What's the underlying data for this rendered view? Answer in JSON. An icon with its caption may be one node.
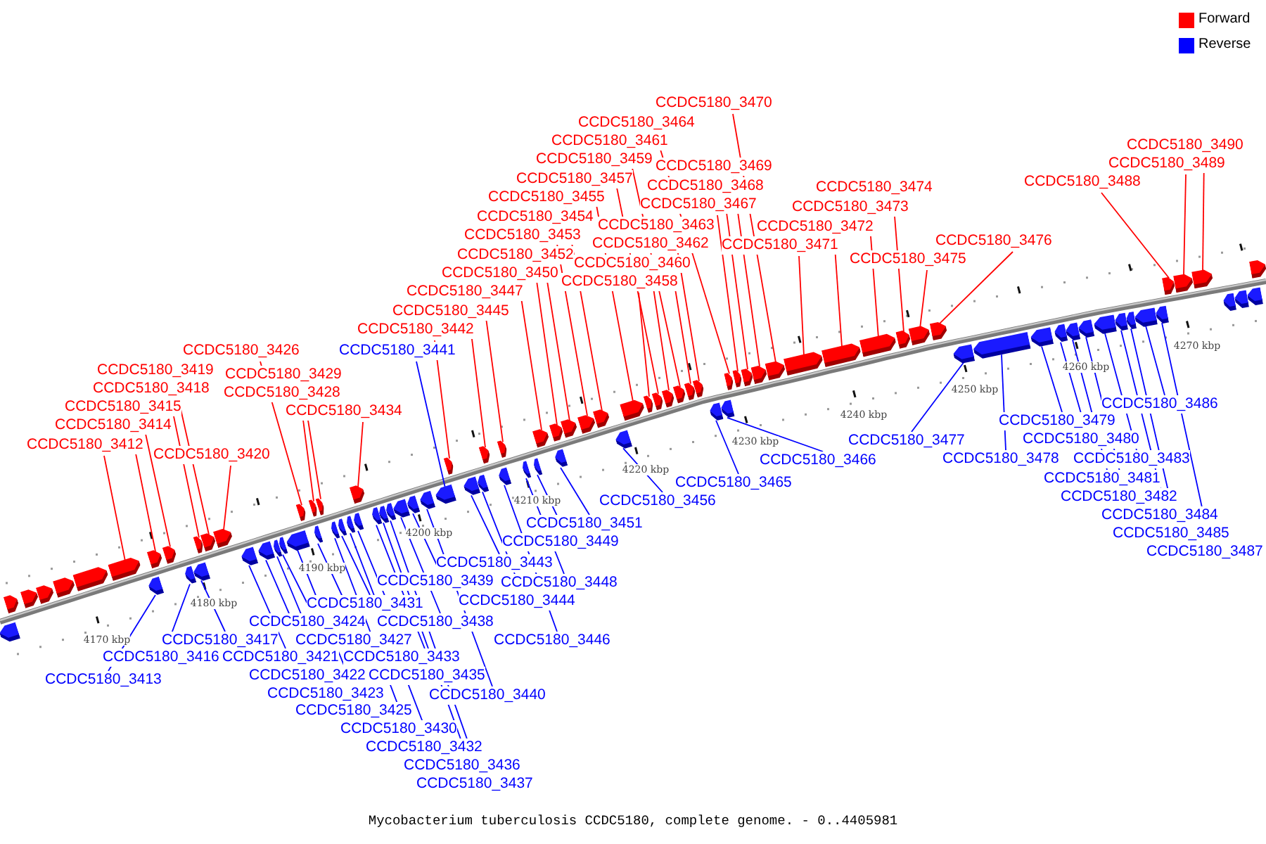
{
  "diagram": {
    "caption": "Mycobacterium tuberculosis CCDC5180, complete genome. - 0..4405981",
    "nodes": [
      {
        "text": [
          "CCDC5180_3470"
        ]
      },
      {
        "text": [
          "CCDC5180_3464"
        ]
      },
      {
        "text": [
          "CCDC5180_3461"
        ]
      },
      {
        "text": [
          "CCDC5180_3490"
        ]
      },
      {
        "text": [
          "CCDC5180_3459"
        ]
      },
      {
        "text": [
          "CCDC5180_3489"
        ]
      },
      {
        "text": [
          "CCDC5180_3469"
        ]
      },
      {
        "text": [
          "CCDC5180_3457"
        ]
      },
      {
        "text": [
          "CCDC5180_3488"
        ]
      },
      {
        "text": [
          "CCDC5180_3468"
        ]
      },
      {
        "text": [
          "CCDC5180_3474"
        ]
      },
      {
        "text": [
          "CCDC5180_3455"
        ]
      },
      {
        "text": [
          "CCDC5180_3467"
        ]
      },
      {
        "text": [
          "CCDC5180_3473"
        ]
      },
      {
        "text": [
          "CCDC5180_3454"
        ]
      },
      {
        "text": [
          "CCDC5180_3463"
        ]
      },
      {
        "text": [
          "CCDC5180_3472"
        ]
      },
      {
        "text": [
          "CCDC5180_3453"
        ]
      },
      {
        "text": [
          "CCDC5180_3476"
        ]
      },
      {
        "text": [
          "CCDC5180_3462"
        ]
      },
      {
        "text": [
          "CCDC5180_3471"
        ]
      },
      {
        "text": [
          "CCDC5180_3452"
        ]
      },
      {
        "text": [
          "CCDC5180_3475"
        ]
      },
      {
        "text": [
          "CCDC5180_3460"
        ]
      },
      {
        "text": [
          "CCDC5180_3450"
        ]
      },
      {
        "text": [
          "CCDC5180_3458"
        ]
      },
      {
        "text": [
          "CCDC5180_3447"
        ]
      },
      {
        "text": [
          "CCDC5180_3445"
        ]
      },
      {
        "text": [
          "CCDC5180_3442"
        ]
      },
      {
        "text": [
          "CCDC5180_3426"
        ]
      },
      {
        "text": [
          "CCDC5180_3441"
        ]
      },
      {
        "text": [
          "CCDC5180_3419"
        ]
      },
      {
        "text": [
          "CCDC5180_3429"
        ]
      },
      {
        "text": [
          "CCDC5180_3418"
        ]
      },
      {
        "text": [
          "CCDC5180_3428"
        ]
      },
      {
        "text": [
          "CCDC5180_3415"
        ]
      },
      {
        "text": [
          "CCDC5180_3486"
        ]
      },
      {
        "text": [
          "CCDC5180_3434"
        ]
      },
      {
        "text": [
          "CCDC5180_3479"
        ]
      },
      {
        "text": [
          "CCDC5180_3414"
        ]
      },
      {
        "text": [
          "CCDC5180_3480"
        ]
      },
      {
        "text": [
          "CCDC5180_3477"
        ]
      },
      {
        "text": [
          "CCDC5180_3412"
        ]
      },
      {
        "text": [
          "CCDC5180_3420"
        ]
      },
      {
        "text": [
          "CCDC5180_3483"
        ]
      },
      {
        "text": [
          "CCDC5180_3478"
        ]
      },
      {
        "text": [
          "CCDC5180_3466"
        ]
      },
      {
        "text": [
          "CCDC5180_3481"
        ]
      },
      {
        "text": [
          "CCDC5180_3465"
        ]
      },
      {
        "text": [
          "CCDC5180_3482"
        ]
      },
      {
        "text": [
          "CCDC5180_3456"
        ]
      },
      {
        "text": [
          "CCDC5180_3484"
        ]
      },
      {
        "text": [
          "CCDC5180_3451"
        ]
      },
      {
        "text": [
          "CCDC5180_3485"
        ]
      },
      {
        "text": [
          "CCDC5180_3449"
        ]
      },
      {
        "text": [
          "CCDC5180_3487"
        ]
      },
      {
        "text": [
          "CCDC5180_3443"
        ]
      },
      {
        "text": [
          "CCDC5180_3439"
        ]
      },
      {
        "text": [
          "CCDC5180_3448"
        ]
      },
      {
        "text": [
          "CCDC5180_3444"
        ]
      },
      {
        "text": [
          "CCDC5180_3431"
        ]
      },
      {
        "text": [
          "CCDC5180_3424"
        ]
      },
      {
        "text": [
          "CCDC5180_3438"
        ]
      },
      {
        "text": [
          "CCDC5180_3417"
        ]
      },
      {
        "text": [
          "CCDC5180_3427"
        ]
      },
      {
        "text": [
          "CCDC5180_3446"
        ]
      },
      {
        "text": [
          "CCDC5180_3416"
        ]
      },
      {
        "text": [
          "CCDC5180_3421"
        ]
      },
      {
        "text": [
          "CCDC5180_3433"
        ]
      },
      {
        "text": [
          "CCDC5180_3422"
        ]
      },
      {
        "text": [
          "CCDC5180_3435"
        ]
      },
      {
        "text": [
          "CCDC5180_3413"
        ]
      },
      {
        "text": [
          "CCDC5180_3423"
        ]
      },
      {
        "text": [
          "CCDC5180_3440"
        ]
      },
      {
        "text": [
          "CCDC5180_3425"
        ]
      },
      {
        "text": [
          "CCDC5180_3430"
        ]
      },
      {
        "text": [
          "CCDC5180_3432"
        ]
      },
      {
        "text": [
          "CCDC5180_3436"
        ]
      },
      {
        "text": [
          "CCDC5180_3437"
        ]
      },
      {
        "text": [],
        "shape": "arrow"
      },
      {
        "text": [],
        "shape": "arrow"
      },
      {
        "text": [],
        "shape": "arrow"
      },
      {
        "text": [],
        "shape": "arrow"
      },
      {
        "text": [],
        "shape": "arrow"
      },
      {
        "text": [],
        "shape": "arrow"
      },
      {
        "text": [],
        "shape": "arrow"
      },
      {
        "text": [],
        "shape": "arrow"
      },
      {
        "text": [],
        "shape": "arrow"
      },
      {
        "text": [],
        "shape": "arrow"
      },
      {
        "text": [],
        "shape": "arrow"
      },
      {
        "text": [],
        "shape": "arrow"
      },
      {
        "text": [],
        "shape": "arrow"
      },
      {
        "text": [],
        "shape": "arrow"
      },
      {
        "text": [],
        "shape": "arrow"
      },
      {
        "text": [],
        "shape": "arrow"
      },
      {
        "text": [],
        "shape": "arrow"
      },
      {
        "text": [],
        "shape": "arrow"
      },
      {
        "text": [],
        "shape": "arrow"
      },
      {
        "text": [],
        "shape": "arrow"
      },
      {
        "text": [],
        "shape": "arrow"
      },
      {
        "text": [],
        "shape": "arrow"
      },
      {
        "text": [],
        "shape": "arrow"
      },
      {
        "text": [],
        "shape": "arrow"
      },
      {
        "text": [],
        "shape": "arrow"
      },
      {
        "text": [],
        "shape": "arrow"
      },
      {
        "text": [],
        "shape": "arrow"
      },
      {
        "text": [],
        "shape": "arrow"
      },
      {
        "text": [],
        "shape": "arrow"
      },
      {
        "text": [],
        "shape": "arrow"
      },
      {
        "text": [],
        "shape": "arrow"
      },
      {
        "text": [],
        "shape": "arrow"
      },
      {
        "text": [],
        "shape": "arrow"
      },
      {
        "text": [],
        "shape": "arrow"
      },
      {
        "text": [],
        "shape": "arrow"
      },
      {
        "text": [],
        "shape": "arrow"
      },
      {
        "text": [],
        "shape": "arrow"
      },
      {
        "text": [],
        "shape": "arrow"
      },
      {
        "text": [],
        "shape": "arrow"
      },
      {
        "text": [],
        "shape": "arrow"
      },
      {
        "text": [],
        "shape": "arrow"
      },
      {
        "text": [],
        "shape": "arrow"
      },
      {
        "text": [],
        "shape": "arrow"
      },
      {
        "text": [],
        "shape": "arrow"
      },
      {
        "text": [],
        "shape": "arrow"
      },
      {
        "text": [],
        "shape": "arrow"
      },
      {
        "text": [],
        "shape": "arrow"
      },
      {
        "text": [],
        "shape": "arrow"
      },
      {
        "text": [],
        "shape": "arrow"
      },
      {
        "text": [],
        "shape": "arrow"
      },
      {
        "text": [],
        "shape": "arrow"
      },
      {
        "text": [],
        "shape": "arrow"
      },
      {
        "text": [],
        "shape": "arrow"
      },
      {
        "text": [],
        "shape": "arrow"
      },
      {
        "text": [],
        "shape": "arrow"
      },
      {
        "text": [],
        "shape": "arrow"
      },
      {
        "text": [],
        "shape": "arrow"
      },
      {
        "text": [],
        "shape": "arrow"
      },
      {
        "text": [],
        "shape": "arrow"
      },
      {
        "text": [],
        "shape": "arrow"
      },
      {
        "text": [],
        "shape": "arrow"
      },
      {
        "text": [],
        "shape": "arrow"
      },
      {
        "text": [],
        "shape": "arrow"
      },
      {
        "text": [],
        "shape": "arrow"
      },
      {
        "text": [],
        "shape": "arrow"
      },
      {
        "text": [],
        "shape": "arrow"
      },
      {
        "text": [],
        "shape": "arrow"
      },
      {
        "text": [],
        "shape": "arrow"
      },
      {
        "text": [],
        "shape": "arrow"
      },
      {
        "text": [],
        "shape": "arrow"
      },
      {
        "text": [],
        "shape": "arrow"
      },
      {
        "text": [],
        "shape": "arrow"
      },
      {
        "text": [],
        "shape": "arrow"
      },
      {
        "text": [],
        "shape": "arrow"
      },
      {
        "text": [],
        "shape": "arrow"
      },
      {
        "text": [],
        "shape": "arrow"
      },
      {
        "text": [],
        "shape": "arrow"
      },
      {
        "text": [],
        "shape": "arrow"
      },
      {
        "text": [],
        "shape": "arrow"
      },
      {
        "text": [],
        "shape": "arrow"
      },
      {
        "text": [],
        "shape": "arrow"
      },
      {
        "text": [],
        "shape": "arrow"
      },
      {
        "text": [],
        "shape": "arrow"
      },
      {
        "text": [],
        "shape": "arrow"
      },
      {
        "text": [],
        "shape": "arrow"
      },
      {
        "text": [],
        "shape": "arrow"
      },
      {
        "text": [],
        "shape": "arrow"
      },
      {
        "text": [],
        "shape": "arrow"
      },
      {
        "text": [],
        "shape": "arrow"
      }
    ],
    "edges": [
      {
        "from": 0,
        "to": 143,
        "arrow": "none",
        "color": "#ff0000"
      },
      {
        "from": 1,
        "to": 137,
        "arrow": "none",
        "color": "#ff0000"
      },
      {
        "from": 2,
        "to": 134,
        "arrow": "none",
        "color": "#ff0000"
      },
      {
        "from": 3,
        "to": 163,
        "arrow": "none",
        "color": "#ff0000"
      },
      {
        "from": 4,
        "to": 132,
        "arrow": "none",
        "color": "#ff0000"
      },
      {
        "from": 5,
        "to": 162,
        "arrow": "none",
        "color": "#ff0000"
      },
      {
        "from": 6,
        "to": 142,
        "arrow": "none",
        "color": "#ff0000"
      },
      {
        "from": 7,
        "to": 130,
        "arrow": "none",
        "color": "#ff0000"
      },
      {
        "from": 8,
        "to": 161,
        "arrow": "none",
        "color": "#ff0000"
      },
      {
        "from": 9,
        "to": 141,
        "arrow": "none",
        "color": "#ff0000"
      },
      {
        "from": 10,
        "to": 147,
        "arrow": "none",
        "color": "#ff0000"
      },
      {
        "from": 11,
        "to": 128,
        "arrow": "none",
        "color": "#ff0000"
      },
      {
        "from": 12,
        "to": 140,
        "arrow": "none",
        "color": "#ff0000"
      },
      {
        "from": 13,
        "to": 146,
        "arrow": "none",
        "color": "#ff0000"
      },
      {
        "from": 14,
        "to": 127,
        "arrow": "none",
        "color": "#ff0000"
      },
      {
        "from": 15,
        "to": 136,
        "arrow": "none",
        "color": "#ff0000"
      },
      {
        "from": 16,
        "to": 145,
        "arrow": "none",
        "color": "#ff0000"
      },
      {
        "from": 17,
        "to": 126,
        "arrow": "none",
        "color": "#ff0000"
      },
      {
        "from": 18,
        "to": 149,
        "arrow": "none",
        "color": "#ff0000"
      },
      {
        "from": 19,
        "to": 135,
        "arrow": "none",
        "color": "#ff0000"
      },
      {
        "from": 20,
        "to": 144,
        "arrow": "none",
        "color": "#ff0000"
      },
      {
        "from": 21,
        "to": 125,
        "arrow": "none",
        "color": "#ff0000"
      },
      {
        "from": 22,
        "to": 148,
        "arrow": "none",
        "color": "#ff0000"
      },
      {
        "from": 23,
        "to": 133,
        "arrow": "none",
        "color": "#ff0000"
      },
      {
        "from": 24,
        "to": 123,
        "arrow": "none",
        "color": "#ff0000"
      },
      {
        "from": 25,
        "to": 131,
        "arrow": "none",
        "color": "#ff0000"
      },
      {
        "from": 26,
        "to": 120,
        "arrow": "none",
        "color": "#ff0000"
      },
      {
        "from": 27,
        "to": 118,
        "arrow": "none",
        "color": "#ff0000"
      },
      {
        "from": 28,
        "to": 115,
        "arrow": "none",
        "color": "#ff0000"
      },
      {
        "from": 29,
        "to": 99,
        "arrow": "none",
        "color": "#ff0000"
      },
      {
        "from": 30,
        "to": 114,
        "arrow": "none",
        "color": "#0000ff"
      },
      {
        "from": 31,
        "to": 92,
        "arrow": "none",
        "color": "#ff0000"
      },
      {
        "from": 32,
        "to": 102,
        "arrow": "none",
        "color": "#ff0000"
      },
      {
        "from": 33,
        "to": 91,
        "arrow": "none",
        "color": "#ff0000"
      },
      {
        "from": 34,
        "to": 101,
        "arrow": "none",
        "color": "#ff0000"
      },
      {
        "from": 35,
        "to": 88,
        "arrow": "none",
        "color": "#ff0000"
      },
      {
        "from": 36,
        "to": 159,
        "arrow": "none",
        "color": "#0000ff"
      },
      {
        "from": 37,
        "to": 107,
        "arrow": "none",
        "color": "#ff0000"
      },
      {
        "from": 38,
        "to": 152,
        "arrow": "none",
        "color": "#0000ff"
      },
      {
        "from": 39,
        "to": 87,
        "arrow": "none",
        "color": "#ff0000"
      },
      {
        "from": 40,
        "to": 153,
        "arrow": "none",
        "color": "#0000ff"
      },
      {
        "from": 41,
        "to": 150,
        "arrow": "none",
        "color": "#0000ff"
      },
      {
        "from": 42,
        "to": 85,
        "arrow": "none",
        "color": "#ff0000"
      },
      {
        "from": 43,
        "to": 93,
        "arrow": "none",
        "color": "#ff0000"
      },
      {
        "from": 44,
        "to": 156,
        "arrow": "none",
        "color": "#0000ff"
      },
      {
        "from": 45,
        "to": 151,
        "arrow": "none",
        "color": "#0000ff"
      },
      {
        "from": 46,
        "to": 139,
        "arrow": "none",
        "color": "#0000ff"
      },
      {
        "from": 47,
        "to": 154,
        "arrow": "none",
        "color": "#0000ff"
      },
      {
        "from": 48,
        "to": 138,
        "arrow": "none",
        "color": "#0000ff"
      },
      {
        "from": 49,
        "to": 155,
        "arrow": "none",
        "color": "#0000ff"
      },
      {
        "from": 50,
        "to": 129,
        "arrow": "none",
        "color": "#0000ff"
      },
      {
        "from": 51,
        "to": 157,
        "arrow": "none",
        "color": "#0000ff"
      },
      {
        "from": 52,
        "to": 124,
        "arrow": "none",
        "color": "#0000ff"
      },
      {
        "from": 53,
        "to": 158,
        "arrow": "none",
        "color": "#0000ff"
      },
      {
        "from": 54,
        "to": 122,
        "arrow": "none",
        "color": "#0000ff"
      },
      {
        "from": 55,
        "to": 160,
        "arrow": "none",
        "color": "#0000ff"
      },
      {
        "from": 56,
        "to": 116,
        "arrow": "none",
        "color": "#0000ff"
      },
      {
        "from": 57,
        "to": 112,
        "arrow": "none",
        "color": "#0000ff"
      },
      {
        "from": 58,
        "to": 121,
        "arrow": "none",
        "color": "#0000ff"
      },
      {
        "from": 59,
        "to": 117,
        "arrow": "none",
        "color": "#0000ff"
      },
      {
        "from": 60,
        "to": 104,
        "arrow": "none",
        "color": "#0000ff"
      },
      {
        "from": 61,
        "to": 97,
        "arrow": "none",
        "color": "#0000ff"
      },
      {
        "from": 62,
        "to": 111,
        "arrow": "none",
        "color": "#0000ff"
      },
      {
        "from": 63,
        "to": 90,
        "arrow": "none",
        "color": "#0000ff"
      },
      {
        "from": 64,
        "to": 100,
        "arrow": "none",
        "color": "#0000ff"
      },
      {
        "from": 65,
        "to": 119,
        "arrow": "none",
        "color": "#0000ff"
      },
      {
        "from": 66,
        "to": 89,
        "arrow": "none",
        "color": "#0000ff"
      },
      {
        "from": 67,
        "to": 94,
        "arrow": "none",
        "color": "#0000ff"
      },
      {
        "from": 68,
        "to": 106,
        "arrow": "none",
        "color": "#0000ff"
      },
      {
        "from": 69,
        "to": 95,
        "arrow": "none",
        "color": "#0000ff"
      },
      {
        "from": 70,
        "to": 108,
        "arrow": "none",
        "color": "#0000ff"
      },
      {
        "from": 71,
        "to": 86,
        "arrow": "none",
        "color": "#0000ff"
      },
      {
        "from": 72,
        "to": 96,
        "arrow": "none",
        "color": "#0000ff"
      },
      {
        "from": 73,
        "to": 113,
        "arrow": "none",
        "color": "#0000ff"
      },
      {
        "from": 74,
        "to": 98,
        "arrow": "none",
        "color": "#0000ff"
      },
      {
        "from": 75,
        "to": 103,
        "arrow": "none",
        "color": "#0000ff"
      },
      {
        "from": 76,
        "to": 105,
        "arrow": "none",
        "color": "#0000ff"
      },
      {
        "from": 77,
        "to": 109,
        "arrow": "none",
        "color": "#0000ff"
      },
      {
        "from": 78,
        "to": 110,
        "arrow": "none",
        "color": "#0000ff"
      }
    ],
    "labels": [
      "4170 kbp",
      "4180 kbp",
      "4190 kbp",
      "4200 kbp",
      "4210 kbp",
      "4220 kbp",
      "4230 kbp",
      "4240 kbp",
      "4250 kbp",
      "4260 kbp",
      "4270 kbp"
    ],
    "legend": [
      {
        "text": "Forward",
        "color": "#ff0000"
      },
      {
        "text": "Reverse",
        "color": "#0000ff"
      }
    ]
  }
}
